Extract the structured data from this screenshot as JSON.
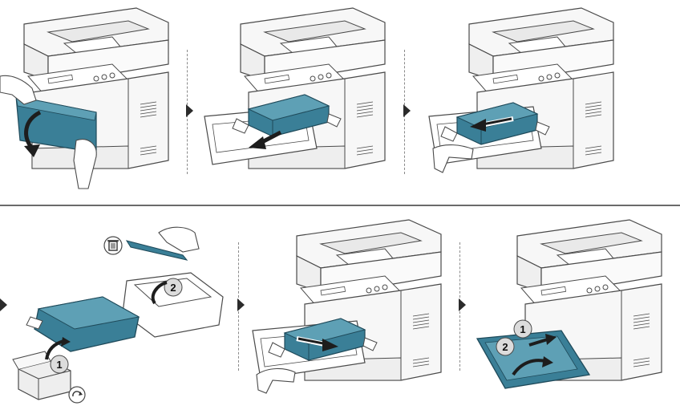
{
  "colors": {
    "accent": "#3a7f97",
    "accent_light": "#5ea0b5",
    "line": "#4a4a4a",
    "body": "#f3f3f3"
  },
  "step_callouts": {
    "remove_new_cartridge": "1",
    "remove_protective_part": "2",
    "close_cover_a": "1",
    "close_cover_b": "2"
  },
  "icons": {
    "trash": "trash-icon",
    "recycle": "recycle-icon"
  }
}
